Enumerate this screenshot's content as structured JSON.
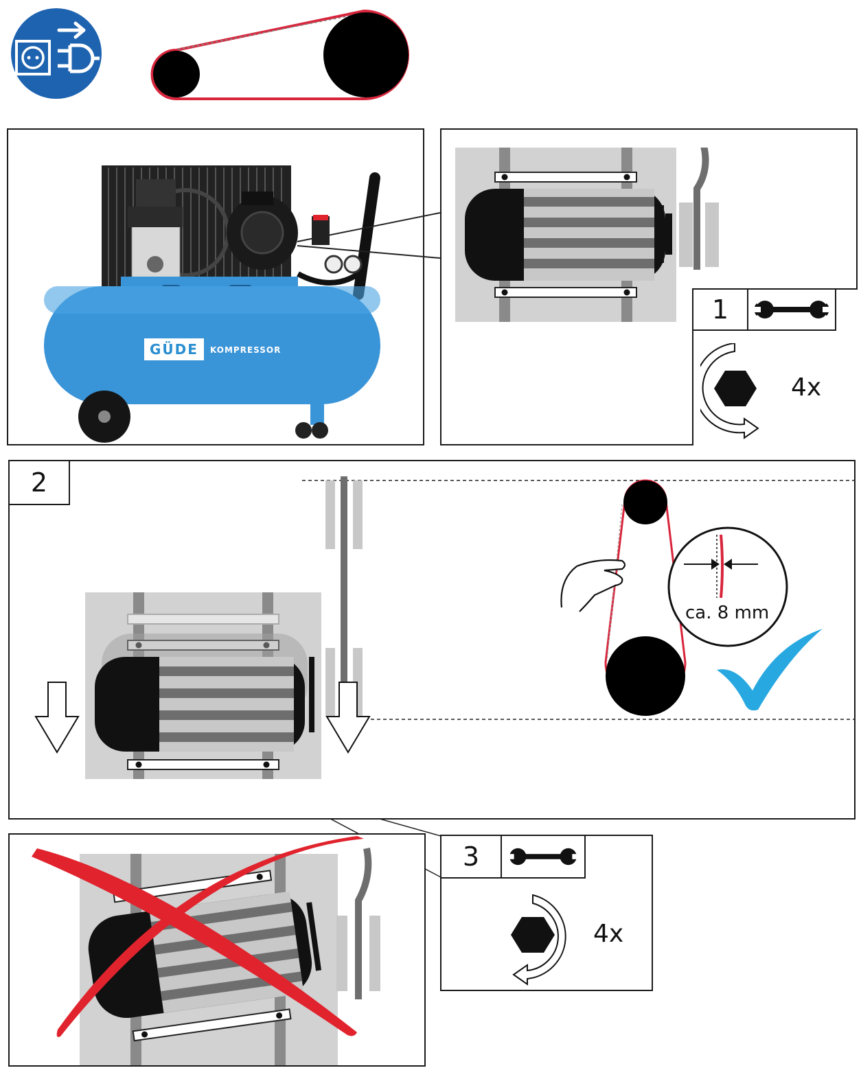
{
  "labels": {
    "step1": "1",
    "step2": "2",
    "step3": "3",
    "count1": "4x",
    "count3": "4x",
    "measure": "ca. 8 mm",
    "brand": "GÜDE",
    "product": "KOMPRESSOR"
  },
  "colors": {
    "belt": "#d8253c",
    "sign_blue": "#1e63b0",
    "tank_blue": "#3a94d8",
    "check_blue": "#27a8e0",
    "cross_red": "#e0232d",
    "motor_gray": "#c8c8c8",
    "dark_stripe": "#6e6e6e"
  },
  "icons": {
    "disconnect_sign": "unplug-mains-sign-icon",
    "wrench": "wrench-icon",
    "rotate_loosen": "rotate-loosen-icon",
    "rotate_tighten": "rotate-tighten-icon",
    "check": "checkmark-icon",
    "cross": "cross-out-icon",
    "hand": "hand-icon"
  }
}
